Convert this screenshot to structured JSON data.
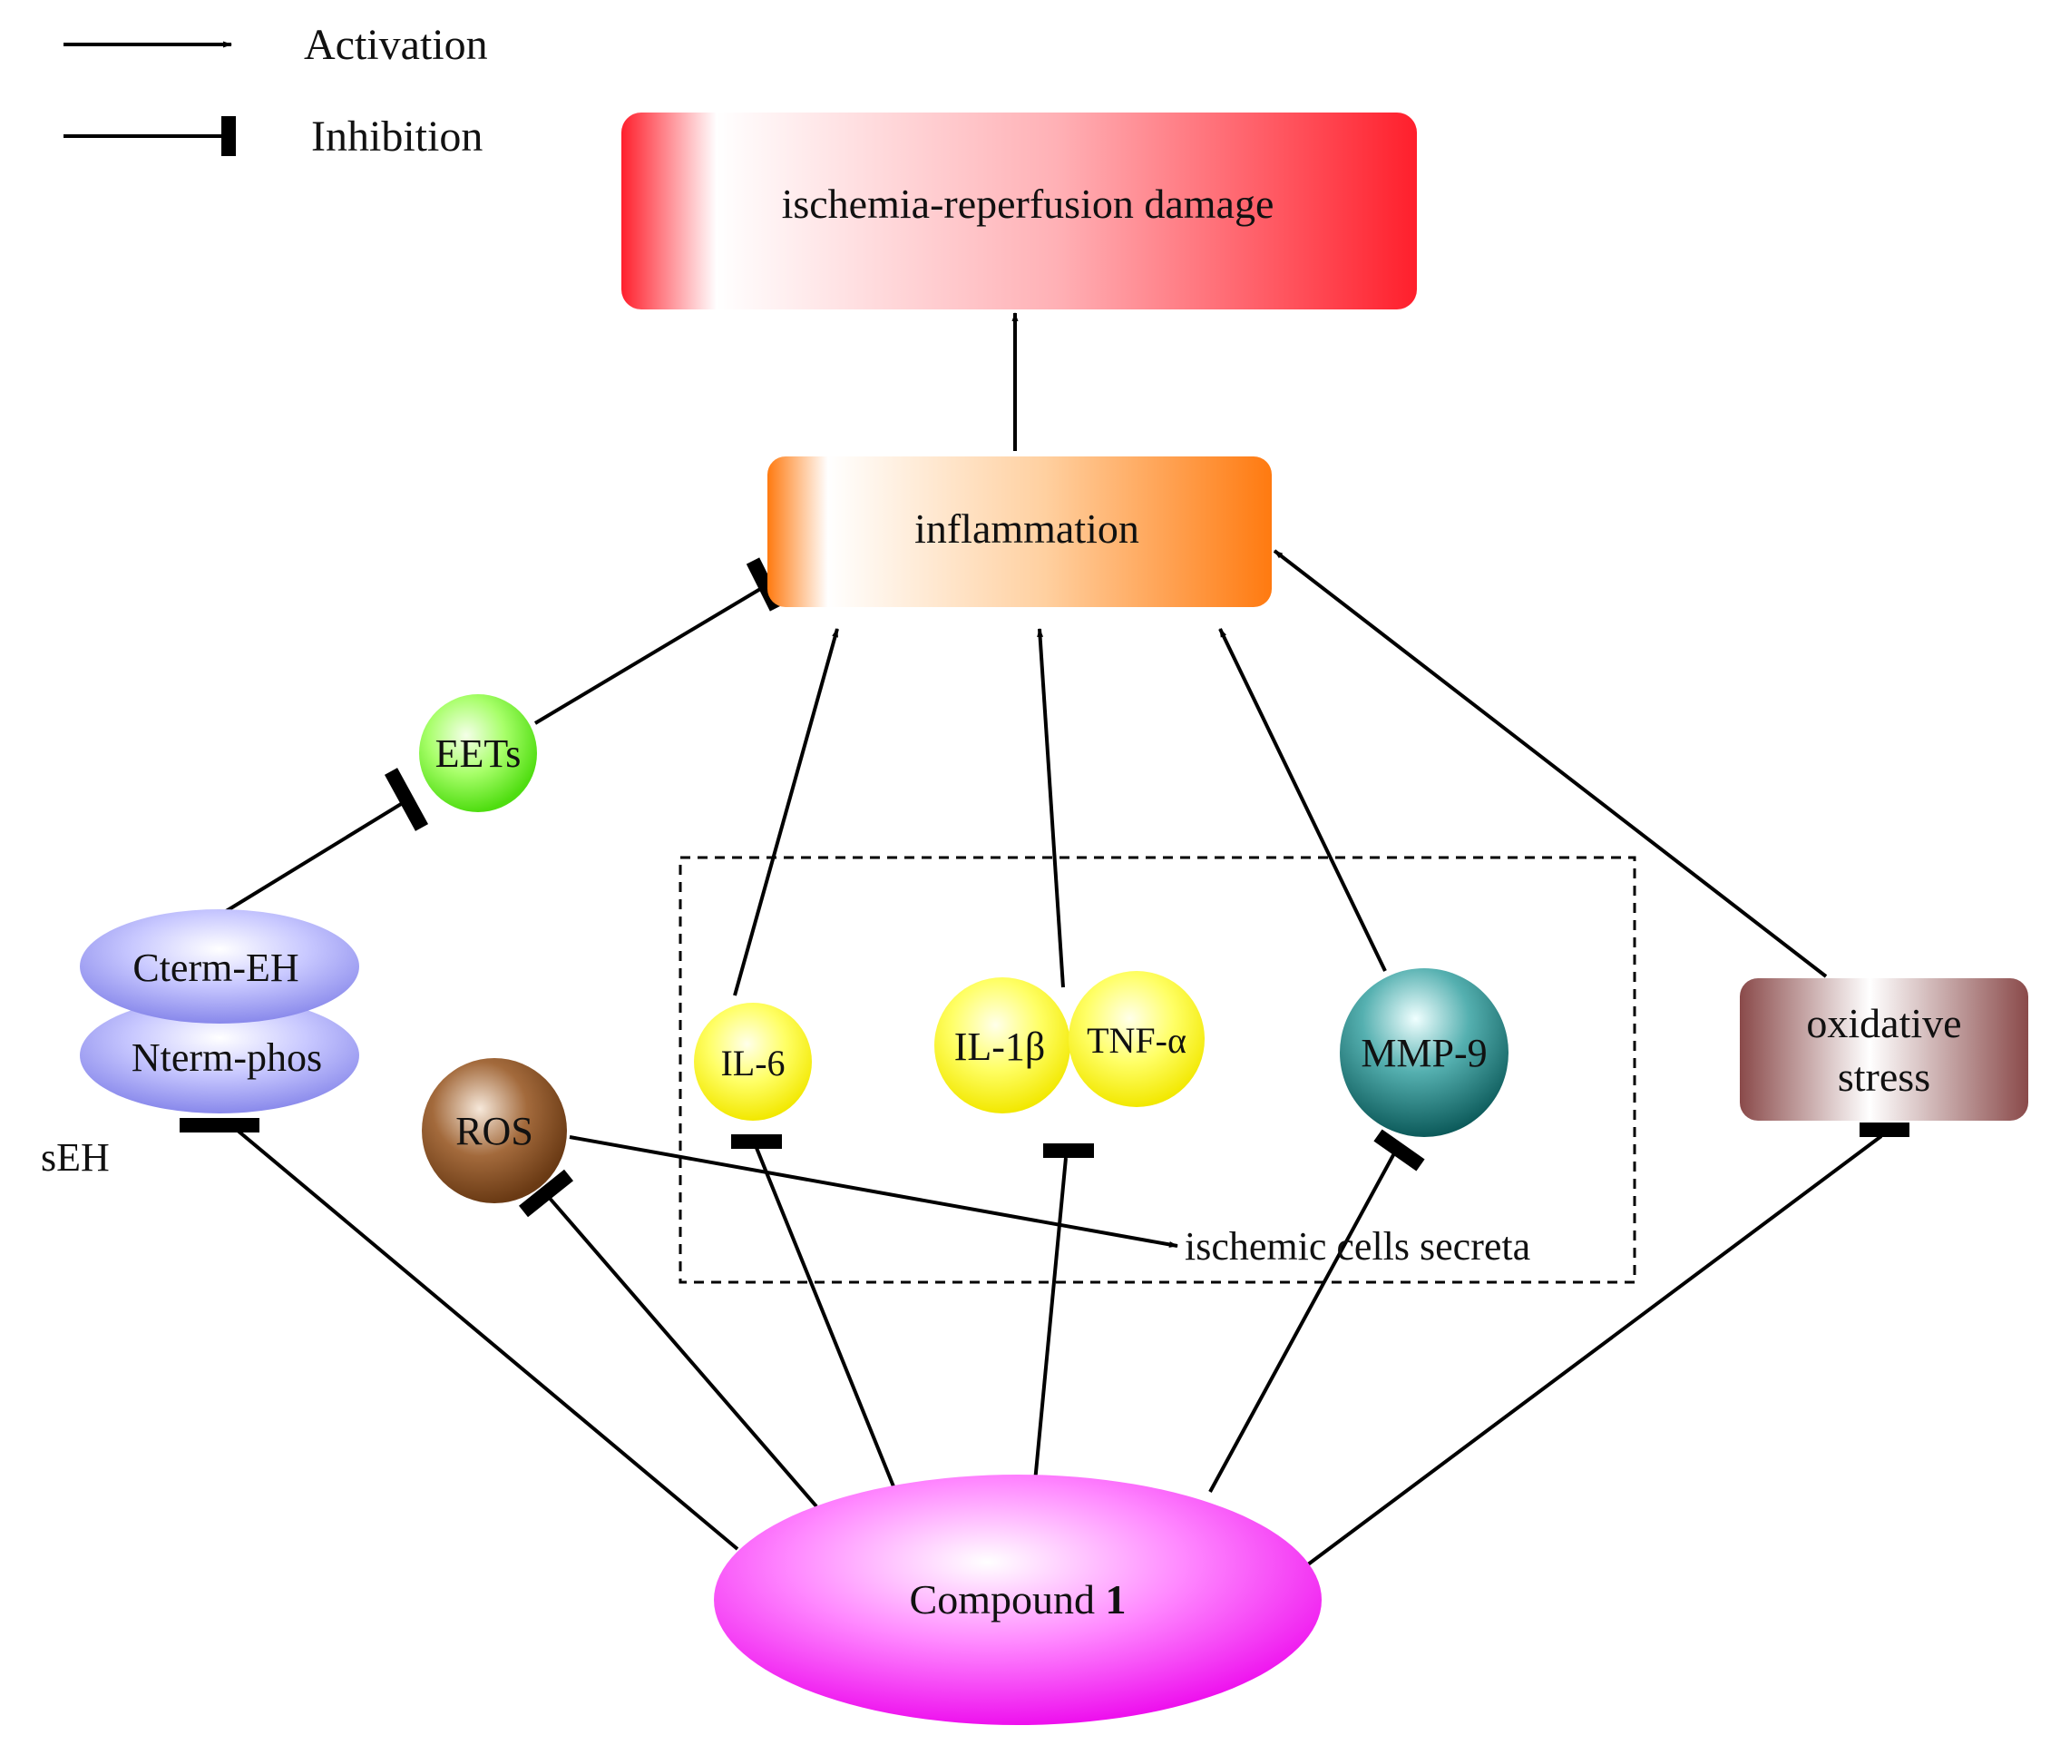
{
  "legend": {
    "activation_label": "Activation",
    "inhibition_label": "Inhibition"
  },
  "nodes": {
    "damage": "ischemia-reperfusion damage",
    "inflammation": "inflammation",
    "eets": "EETs",
    "cterm": "Cterm-EH",
    "nterm": "Nterm-phos",
    "seh": "sEH",
    "ros": "ROS",
    "il6": "IL-6",
    "il1b": "IL-1β",
    "tnfa": "TNF-α",
    "mmp9": "MMP-9",
    "oxidative_line1": "oxidative",
    "oxidative_line2": "stress",
    "secreta": "ischemic cells secreta",
    "compound_text": "Compound ",
    "compound_number": "1"
  },
  "colors": {
    "damage": "#ff2d3a",
    "inflammation": "#ff8a1e",
    "eets": "#66ee22",
    "seh": "#8f8fee",
    "ros": "#7a4a24",
    "cytokine": "#ffff22",
    "mmp9": "#1a8080",
    "oxidative": "#8c5252",
    "compound": "#ee22ee"
  }
}
